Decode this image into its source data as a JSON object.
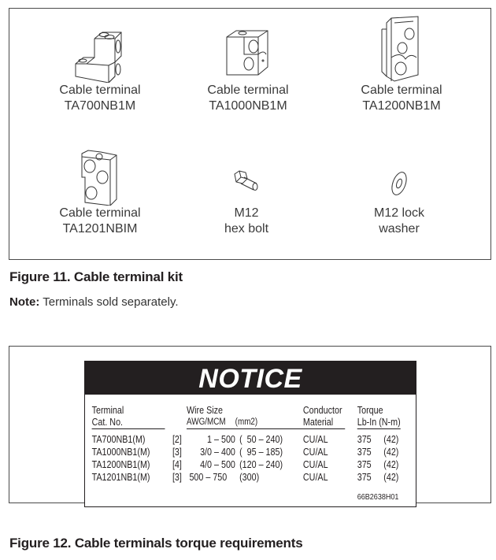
{
  "figure11": {
    "caption": "Figure 11. Cable terminal kit",
    "note_label": "Note:",
    "note_text": " Terminals sold separately.",
    "items": [
      {
        "icon": "cable-terminal-ta700-icon",
        "line1": "Cable terminal",
        "line2": "TA700NB1M"
      },
      {
        "icon": "cable-terminal-ta1000-icon",
        "line1": "Cable terminal",
        "line2": "TA1000NB1M"
      },
      {
        "icon": "cable-terminal-ta1200-icon",
        "line1": "Cable terminal",
        "line2": "TA1200NB1M"
      },
      {
        "icon": "cable-terminal-ta1201-icon",
        "line1": "Cable terminal",
        "line2": "TA1201NBIM"
      },
      {
        "icon": "hex-bolt-icon",
        "line1": "M12",
        "line2": "hex bolt"
      },
      {
        "icon": "lock-washer-icon",
        "line1": "M12 lock",
        "line2": "washer"
      }
    ]
  },
  "figure12": {
    "caption": "Figure 12. Cable terminals torque requirements",
    "notice": {
      "title": "NOTICE",
      "headers": {
        "terminal_1": "Terminal",
        "terminal_2": "Cat. No.",
        "wire_1": "Wire Size",
        "wire_2a": "AWG/MCM",
        "wire_2b": "(mm2)",
        "conductor_1": "Conductor",
        "conductor_2": "Material",
        "torque_1": "Torque",
        "torque_2": "Lb-In (N-m)"
      },
      "rows": [
        {
          "cat": "TA700NB1(M)",
          "qty": "[2]",
          "awg": "1 – 500",
          "mm2": "(  50 – 240)",
          "material": "CU/AL",
          "lbin": "375",
          "nm": "(42)"
        },
        {
          "cat": "TA1000NB1(M)",
          "qty": "[3]",
          "awg": "3/0 – 400",
          "mm2": "(  95 – 185)",
          "material": "CU/AL",
          "lbin": "375",
          "nm": "(42)"
        },
        {
          "cat": "TA1200NB1(M)",
          "qty": "[4]",
          "awg": "4/0 – 500",
          "mm2": "(120 – 240)",
          "material": "CU/AL",
          "lbin": "375",
          "nm": "(42)"
        },
        {
          "cat": "TA1201NB1(M)",
          "qty": "[3]",
          "awg": "500 – 750",
          "mm2": "(300)",
          "material": "CU/AL",
          "lbin": "375",
          "nm": "(42)"
        }
      ],
      "part_number": "66B2638H01"
    }
  }
}
